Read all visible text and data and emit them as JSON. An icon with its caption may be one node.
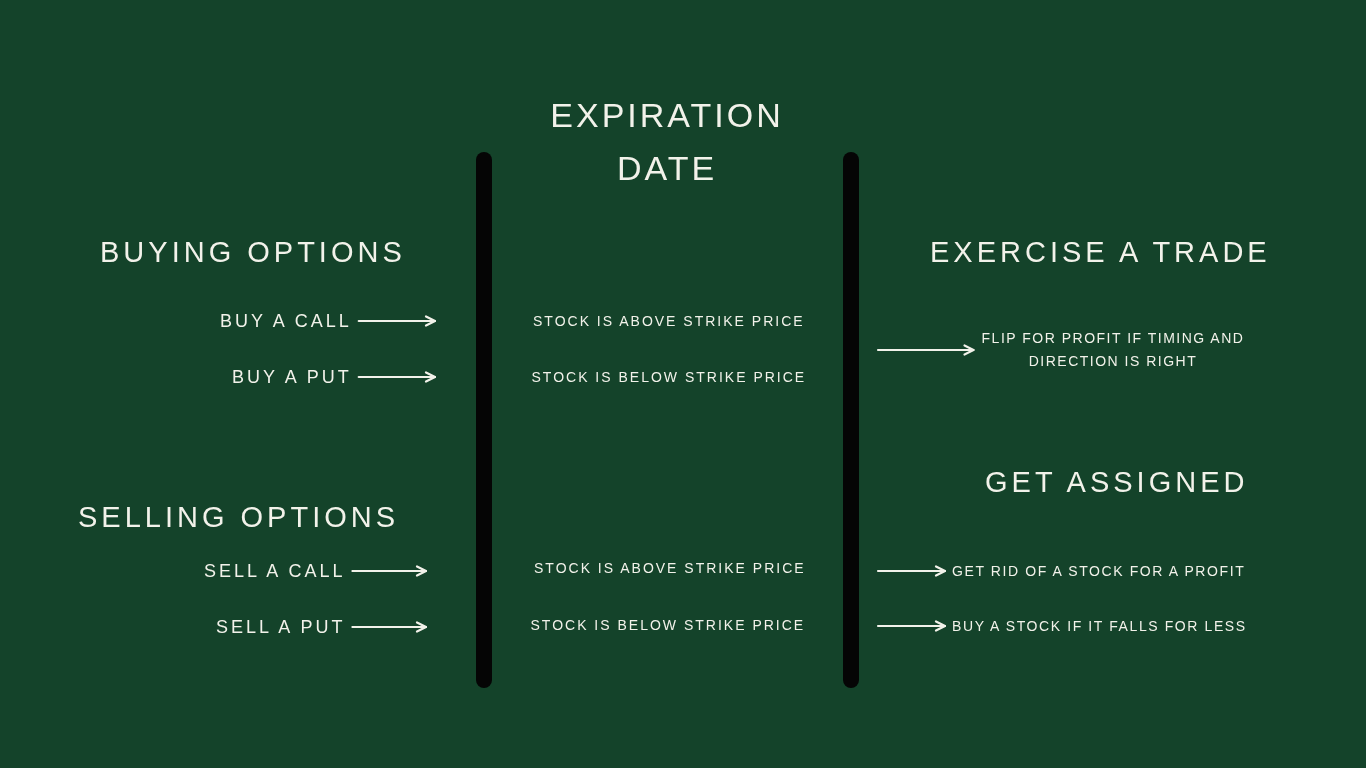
{
  "diagram": {
    "nodes": [
      {
        "text": [],
        "shape": "bar"
      },
      {
        "text": [],
        "shape": "bar"
      },
      {
        "text": [
          "BUY A CALL"
        ]
      },
      {
        "text": [
          "FLIP FOR PROFIT IF TIMING AND DIRECTION IS RIGHT"
        ]
      },
      {
        "text": [
          "BUY A PUT"
        ]
      },
      {
        "text": [
          "SELL A CALL"
        ]
      },
      {
        "text": [
          "GET RID OF A STOCK FOR A PROFIT"
        ]
      },
      {
        "text": [
          "SELL A PUT"
        ]
      },
      {
        "text": [
          "BUY A STOCK IF IT FALLS FOR LESS"
        ]
      }
    ],
    "edges": [
      {
        "from": 2,
        "to": null,
        "arrow": "to"
      },
      {
        "from": null,
        "to": 3,
        "arrow": "to"
      },
      {
        "from": 4,
        "to": null,
        "arrow": "to"
      },
      {
        "from": 5,
        "to": null,
        "arrow": "to"
      },
      {
        "from": null,
        "to": 6,
        "arrow": "to"
      },
      {
        "from": 7,
        "to": null,
        "arrow": "to"
      },
      {
        "from": null,
        "to": 8,
        "arrow": "to"
      }
    ],
    "labels": [
      "EXPIRATION DATE",
      "BUYING OPTIONS",
      "EXERCISE A TRADE",
      "STOCK IS ABOVE STRIKE PRICE",
      "STOCK IS BELOW STRIKE PRICE",
      "GET ASSIGNED",
      "SELLING OPTIONS",
      "STOCK IS ABOVE STRIKE PRICE",
      "STOCK IS BELOW STRIKE PRICE"
    ]
  }
}
